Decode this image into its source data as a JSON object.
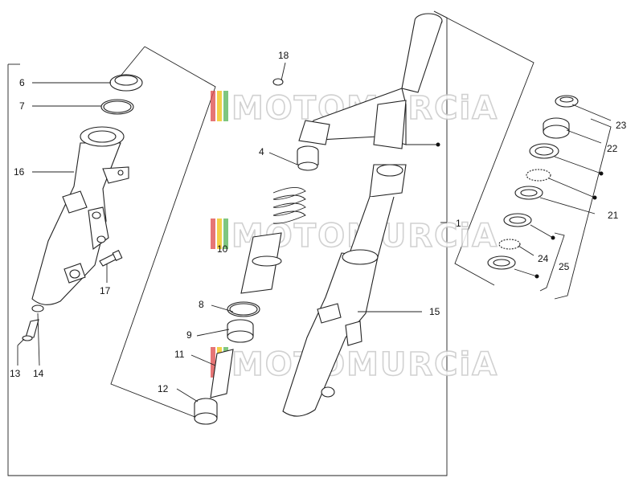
{
  "diagram": {
    "watermark": "MOTOMURCiA",
    "callouts": [
      {
        "id": "n1",
        "label": "1"
      },
      {
        "id": "n4",
        "label": "4"
      },
      {
        "id": "n6",
        "label": "6"
      },
      {
        "id": "n7",
        "label": "7"
      },
      {
        "id": "n8",
        "label": "8"
      },
      {
        "id": "n9",
        "label": "9"
      },
      {
        "id": "n10",
        "label": "10"
      },
      {
        "id": "n11",
        "label": "11"
      },
      {
        "id": "n12",
        "label": "12"
      },
      {
        "id": "n13",
        "label": "13"
      },
      {
        "id": "n14",
        "label": "14"
      },
      {
        "id": "n15",
        "label": "15"
      },
      {
        "id": "n16",
        "label": "16"
      },
      {
        "id": "n17",
        "label": "17"
      },
      {
        "id": "n18",
        "label": "18"
      },
      {
        "id": "n21",
        "label": "21"
      },
      {
        "id": "n22",
        "label": "22"
      },
      {
        "id": "n23",
        "label": "23"
      },
      {
        "id": "n24",
        "label": "24"
      },
      {
        "id": "n25",
        "label": "25"
      }
    ],
    "colors": {
      "line": "#222222",
      "background": "#ffffff",
      "watermark_stripe_red": "#e05252",
      "watermark_stripe_yellow": "#f0c419",
      "watermark_stripe_green": "#5fb85f"
    }
  }
}
